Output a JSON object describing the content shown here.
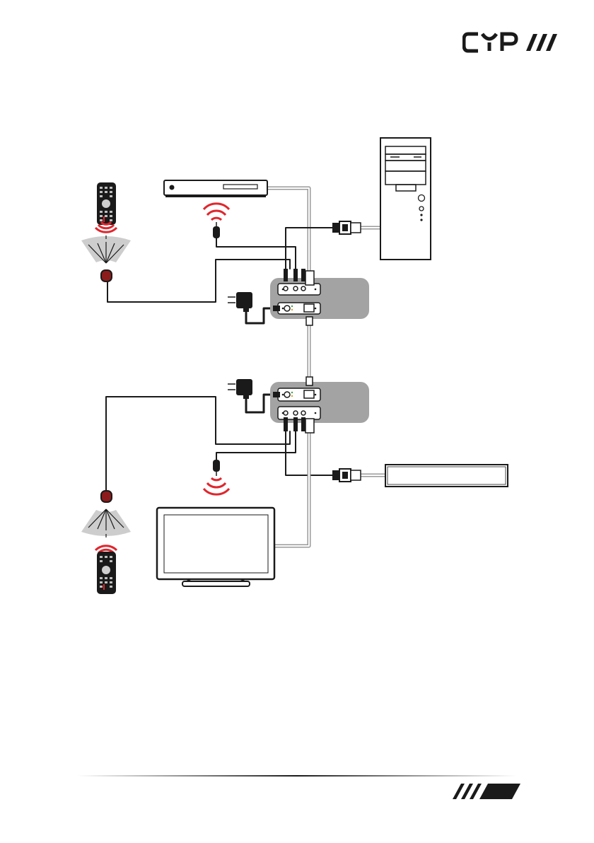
{
  "brand": {
    "logo_text": "CYP",
    "logo_icon": "slash-stripes-icon",
    "color": "#1a1a1a"
  },
  "colors": {
    "device_panel": "#a3a3a3",
    "cable_dark": "#1a1a1a",
    "cable_light": "#9a9a9a",
    "ir_signal": "#e0262d",
    "ir_receiver": "#8c1c1c",
    "range_fan": "#c8c8c8"
  },
  "diagram": {
    "devices": [
      {
        "id": "pc",
        "icon": "desktop-pc-icon"
      },
      {
        "id": "source-player",
        "icon": "media-player-icon"
      },
      {
        "id": "transmitter",
        "icon": "extender-tx-icon"
      },
      {
        "id": "receiver",
        "icon": "extender-rx-icon"
      },
      {
        "id": "display",
        "icon": "tv-monitor-icon"
      },
      {
        "id": "rs232-device",
        "icon": "rs232-device-icon"
      }
    ],
    "peripherals": [
      {
        "id": "remote-top",
        "icon": "ir-remote-icon"
      },
      {
        "id": "remote-bottom",
        "icon": "ir-remote-icon"
      },
      {
        "id": "ir-blaster-top",
        "icon": "ir-blaster-icon"
      },
      {
        "id": "ir-blaster-bottom",
        "icon": "ir-blaster-icon"
      },
      {
        "id": "ir-receiver-top",
        "icon": "ir-receiver-icon"
      },
      {
        "id": "ir-receiver-bottom",
        "icon": "ir-receiver-icon"
      },
      {
        "id": "power-adapter-tx",
        "icon": "power-adapter-icon"
      },
      {
        "id": "power-adapter-rx",
        "icon": "power-adapter-icon"
      }
    ]
  }
}
